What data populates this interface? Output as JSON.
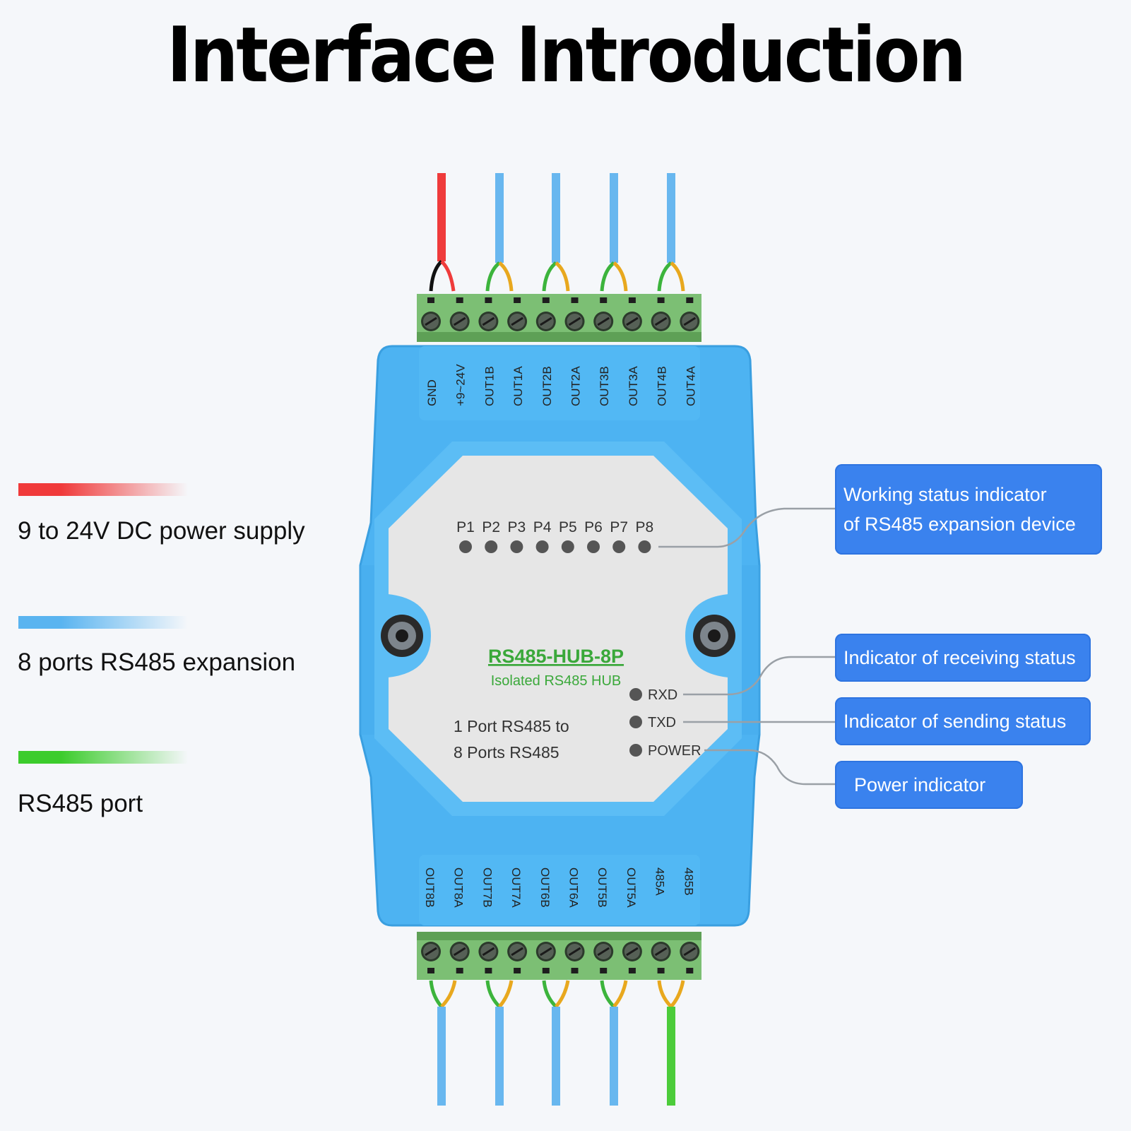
{
  "title": "Interface Introduction",
  "legend": [
    {
      "label": "9 to 24V DC power supply",
      "color": "#f03a3a"
    },
    {
      "label": "8 ports RS485 expansion",
      "color": "#5ab4f0"
    },
    {
      "label": "RS485 port",
      "color": "#3ccc2c"
    }
  ],
  "device": {
    "model": "RS485-HUB-8P",
    "subtitle": "Isolated RS485 HUB",
    "description_line1": "1 Port RS485 to",
    "description_line2": "8 Ports RS485",
    "port_leds": [
      "P1",
      "P2",
      "P3",
      "P4",
      "P5",
      "P6",
      "P7",
      "P8"
    ],
    "status_leds": [
      "RXD",
      "TXD",
      "POWER"
    ],
    "top_terminals": [
      "GND",
      "+9~24V",
      "OUT1B",
      "OUT1A",
      "OUT2B",
      "OUT2A",
      "OUT3B",
      "OUT3A",
      "OUT4B",
      "OUT4A"
    ],
    "bottom_terminals": [
      "OUT8B",
      "OUT8A",
      "OUT7B",
      "OUT7A",
      "OUT6B",
      "OUT6A",
      "OUT5B",
      "OUT5A",
      "485A",
      "485B"
    ]
  },
  "callouts": {
    "working": [
      "Working status indicator",
      "of RS485 expansion device"
    ],
    "receiving": "Indicator of receiving status",
    "sending": "Indicator of sending status",
    "power": "Power indicator"
  },
  "colors": {
    "housing": "#4db3f2",
    "panel": "#e6e6e6",
    "terminal": "#7cbf74",
    "callout": "#3a82ee",
    "model_text": "#3aa83a"
  }
}
